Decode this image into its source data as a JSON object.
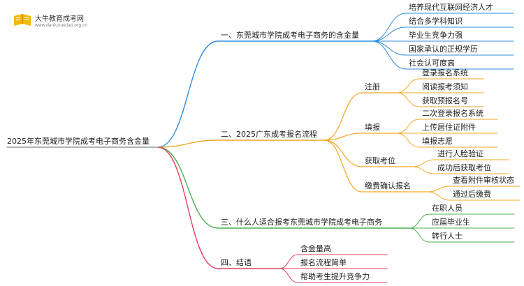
{
  "brand": {
    "title": "大牛教育成考网",
    "url": "www.daniuxueliao.org.cn"
  },
  "colors": {
    "blue": "#2f8ee0",
    "orange": "#f5a623",
    "green": "#49b04e",
    "red": "#ea3b5e",
    "yellow": "#f5b800"
  },
  "root": "2025年东莞城市学院成考电子商务含金量",
  "branches": [
    {
      "label": "一、东莞城市学院成考电子商务的含金量",
      "color": "blue",
      "children": [
        {
          "label": "培养现代互联网经济人才"
        },
        {
          "label": "结合多学科知识"
        },
        {
          "label": "毕业生竞争力强"
        },
        {
          "label": "国家承认的正规学历"
        },
        {
          "label": "社会认可度高"
        }
      ]
    },
    {
      "label": "二、2025广东成考报名流程",
      "color": "orange",
      "children": [
        {
          "label": "注册",
          "children": [
            {
              "label": "登录报名系统"
            },
            {
              "label": "阅读报考须知"
            },
            {
              "label": "获取预报名号"
            }
          ]
        },
        {
          "label": "填报",
          "children": [
            {
              "label": "二次登录报名系统"
            },
            {
              "label": "上传居住证附件"
            },
            {
              "label": "填报志愿"
            }
          ]
        },
        {
          "label": "获取考位",
          "children": [
            {
              "label": "进行人脸验证"
            },
            {
              "label": "成功后获取考位"
            }
          ]
        },
        {
          "label": "缴费确认报名",
          "children": [
            {
              "label": "查看附件审核状态"
            },
            {
              "label": "通过后缴费"
            }
          ]
        }
      ]
    },
    {
      "label": "三、什么人适合报考东莞城市学院成考电子商务",
      "color": "green",
      "children": [
        {
          "label": "在职人员"
        },
        {
          "label": "应届毕业生"
        },
        {
          "label": "转行人士"
        }
      ]
    },
    {
      "label": "四、结语",
      "color": "red",
      "children": [
        {
          "label": "含金量高"
        },
        {
          "label": "报名流程简单"
        },
        {
          "label": "帮助考生提升竞争力"
        }
      ]
    }
  ]
}
